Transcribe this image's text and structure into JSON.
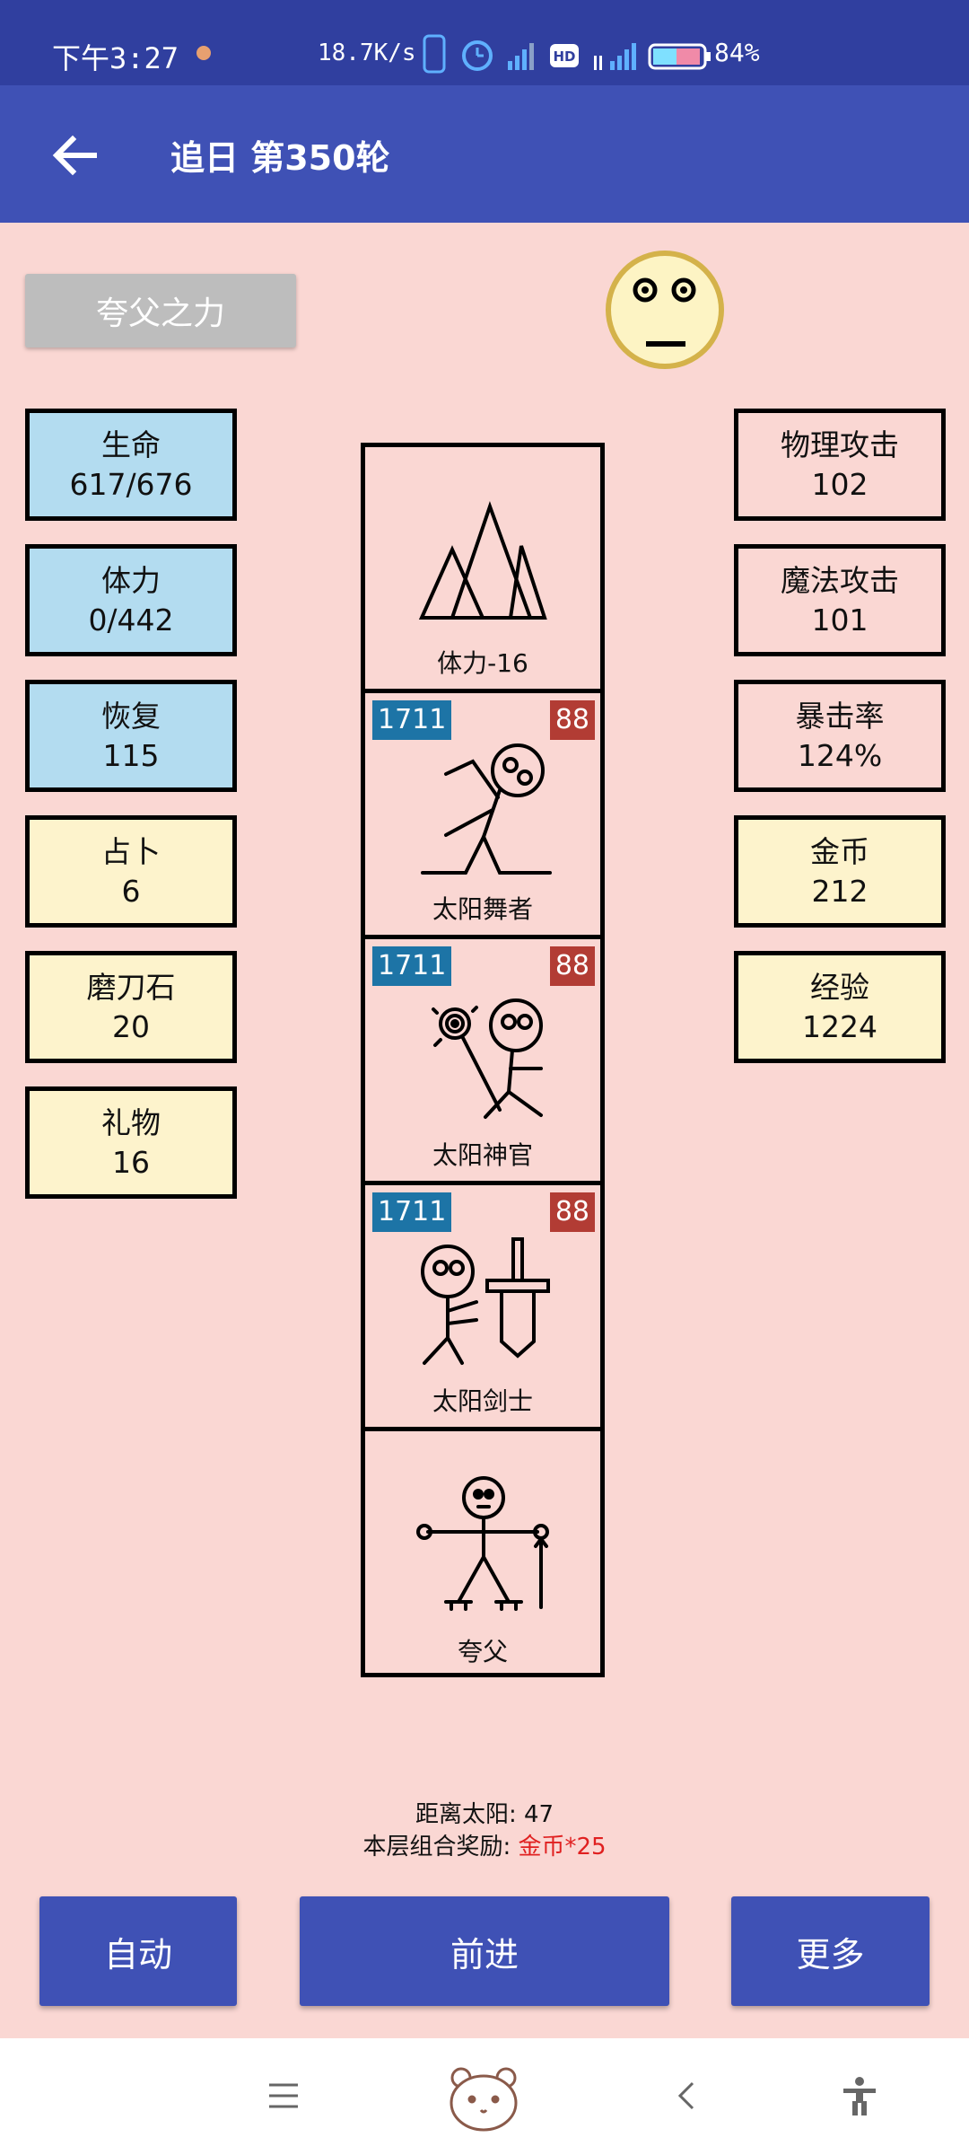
{
  "status_bar": {
    "time": "下午3:27",
    "speed": "18.7K/s",
    "battery": "84%"
  },
  "app_bar": {
    "title": "追日 第350轮"
  },
  "skill_button": "夸父之力",
  "left_stats": [
    {
      "name": "生命",
      "value": "617/676",
      "color": "#b3dcf0"
    },
    {
      "name": "体力",
      "value": "0/442",
      "color": "#b3dcf0"
    },
    {
      "name": "恢复",
      "value": "115",
      "color": "#b3dcf0"
    },
    {
      "name": "占卜",
      "value": "6",
      "color": "#fdf3cc"
    },
    {
      "name": "磨刀石",
      "value": "20",
      "color": "#fdf3cc"
    },
    {
      "name": "礼物",
      "value": "16",
      "color": "#fdf3cc"
    }
  ],
  "right_stats": [
    {
      "name": "物理攻击",
      "value": "102"
    },
    {
      "name": "魔法攻击",
      "value": "101"
    },
    {
      "name": "暴击率",
      "value": "124%"
    },
    {
      "name": "金币",
      "value": "212"
    },
    {
      "name": "经验",
      "value": "1224"
    }
  ],
  "tower": [
    {
      "label": "体力-16",
      "icon": "mountain-icon"
    },
    {
      "label": "太阳舞者",
      "hp": "1711",
      "atk": "88",
      "icon": "sun-dancer-icon"
    },
    {
      "label": "太阳神官",
      "hp": "1711",
      "atk": "88",
      "icon": "sun-priest-icon"
    },
    {
      "label": "太阳剑士",
      "hp": "1711",
      "atk": "88",
      "icon": "sun-swordsman-icon"
    },
    {
      "label": "夸父",
      "icon": "kuafu-icon"
    }
  ],
  "info": {
    "distance_label": "距离太阳: 47",
    "reward_label": "本层组合奖励: ",
    "reward_value": "金币*25"
  },
  "buttons": {
    "auto": "自动",
    "forward": "前进",
    "more": "更多"
  },
  "colors": {
    "primary": "#3f51b5",
    "status": "#303f9f",
    "background": "#fad7d3",
    "hp_badge": "#1d74a6",
    "atk_badge": "#b23c34"
  }
}
